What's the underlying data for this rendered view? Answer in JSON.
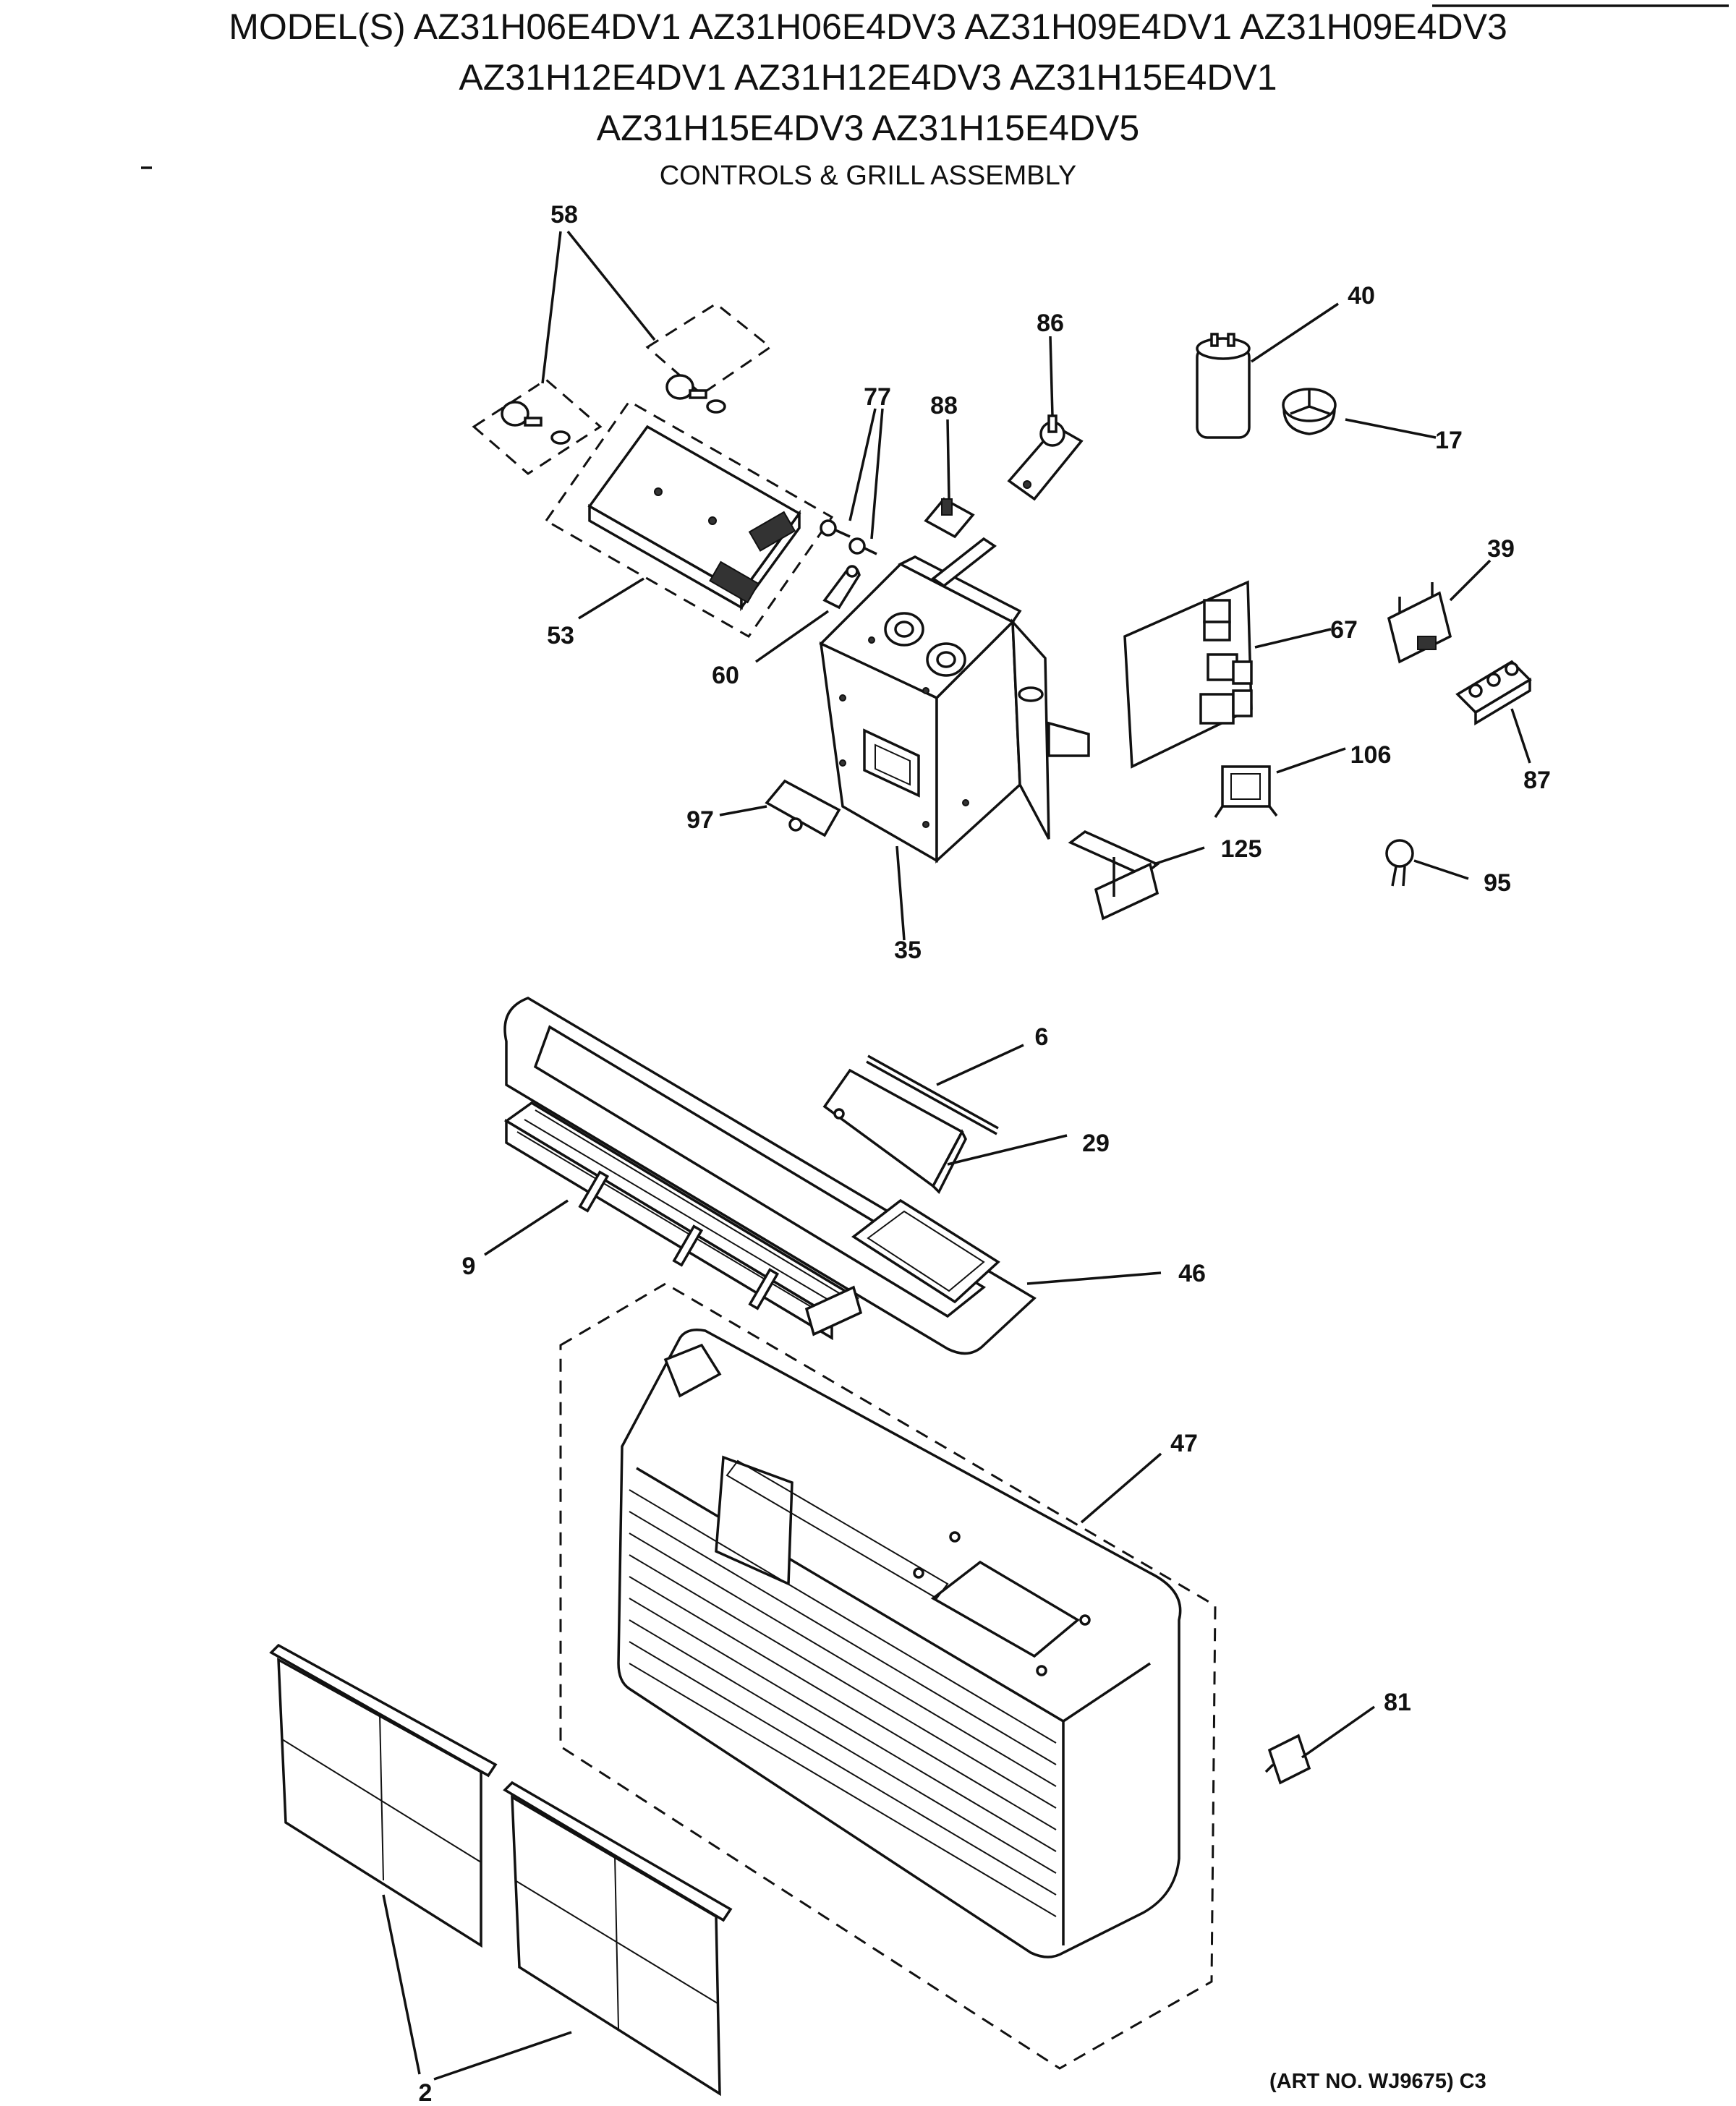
{
  "header": {
    "line1": "MODEL(S) AZ31H06E4DV1  AZ31H06E4DV3  AZ31H09E4DV1  AZ31H09E4DV3",
    "line2": "AZ31H12E4DV1  AZ31H12E4DV3  AZ31H15E4DV1",
    "line3": "AZ31H15E4DV3  AZ31H15E4DV5",
    "subtitle": "CONTROLS & GRILL ASSEMBLY"
  },
  "callouts": {
    "p58": "58",
    "p53": "53",
    "p77": "77",
    "p88": "88",
    "p86": "86",
    "p40": "40",
    "p17": "17",
    "p39": "39",
    "p67": "67",
    "p60": "60",
    "p87": "87",
    "p106": "106",
    "p97": "97",
    "p125": "125",
    "p95": "95",
    "p35": "35",
    "p6": "6",
    "p29": "29",
    "p9": "9",
    "p46": "46",
    "p47": "47",
    "p81": "81",
    "p2": "2"
  },
  "footer": {
    "art_no": "(ART NO. WJ9675) C3"
  }
}
